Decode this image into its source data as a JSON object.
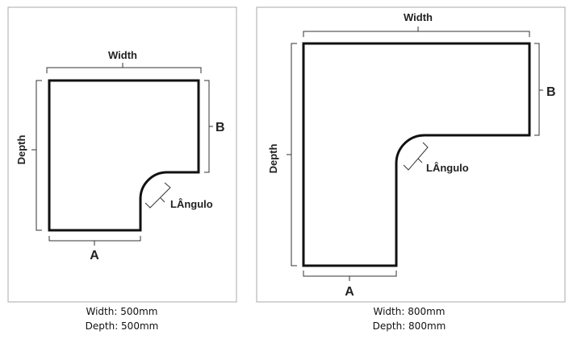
{
  "diagrams": [
    {
      "labels": {
        "width": "Width",
        "depth": "Depth",
        "a": "A",
        "b": "B",
        "angle": "LÂngulo"
      },
      "caption": {
        "width": "Width: 500mm",
        "depth": "Depth: 500mm"
      }
    },
    {
      "labels": {
        "width": "Width",
        "depth": "Depth",
        "a": "A",
        "b": "B",
        "angle": "LÂngulo"
      },
      "caption": {
        "width": "Width: 800mm",
        "depth": "Depth: 800mm"
      }
    }
  ],
  "colors": {
    "outline": "#111111",
    "frame": "#a8a8a8",
    "bracket": "#333333",
    "label": "#222222"
  }
}
